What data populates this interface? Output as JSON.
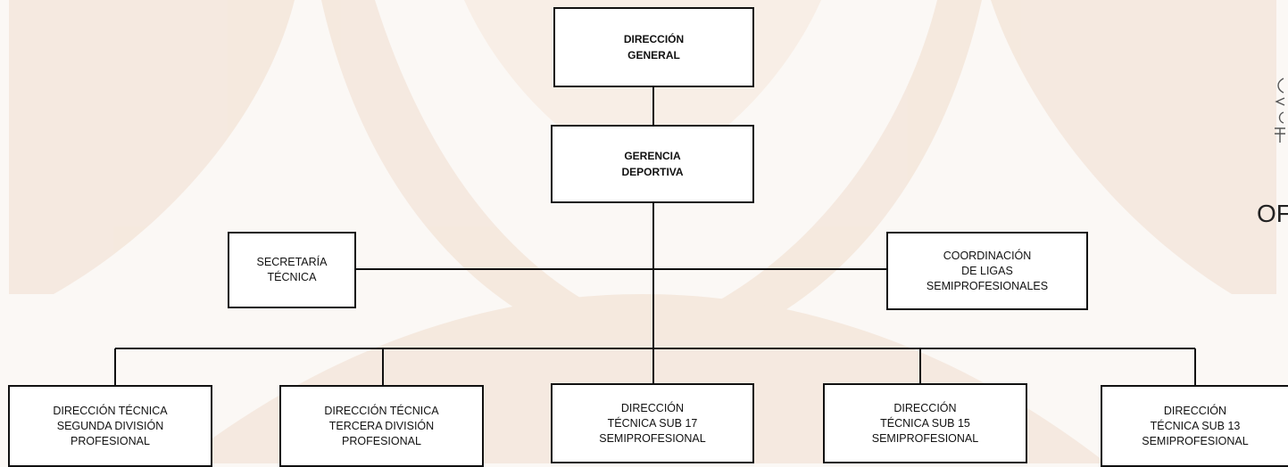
{
  "watermark": {
    "color": "#f0d9c7",
    "shape": "university-seal-watermark"
  },
  "nodes": {
    "direccion_general": "DIRECCIÓN\nGENERAL",
    "gerencia_deportiva": "GERENCIA\nDEPORTIVA",
    "secretaria_tecnica": "SECRETARÍA\nTÉCNICA",
    "coordinacion_ligas": "COORDINACIÓN\nDE LIGAS\nSEMIPROFESIONALES",
    "dt_segunda": "DIRECCIÓN TÉCNICA\nSEGUNDA DIVISIÓN\nPROFESIONAL",
    "dt_tercera": "DIRECCIÓN TÉCNICA\nTERCERA DIVISIÓN\nPROFESIONAL",
    "dt_sub17": "DIRECCIÓN\nTÉCNICA SUB 17\nSEMIPROFESIONAL",
    "dt_sub15": "DIRECCIÓN\nTÉCNICA SUB 15\nSEMIPROFESIONAL",
    "dt_sub13": "DIRECCIÓN\nTÉCNICA SUB 13\nSEMIPROFESIONAL"
  },
  "edge_fragments": {
    "right_side_text": "OF"
  }
}
